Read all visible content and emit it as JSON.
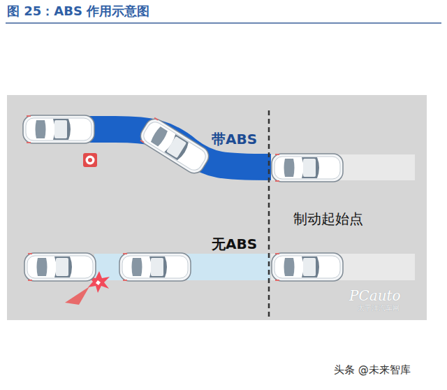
{
  "diagram": {
    "title": "图 25：ABS 作用示意图",
    "labels": [
      "带ABS",
      "制动起始点",
      "无ABS",
      "PCauto",
      "太平洋汽车网",
      "头条 @未来智库"
    ]
  }
}
